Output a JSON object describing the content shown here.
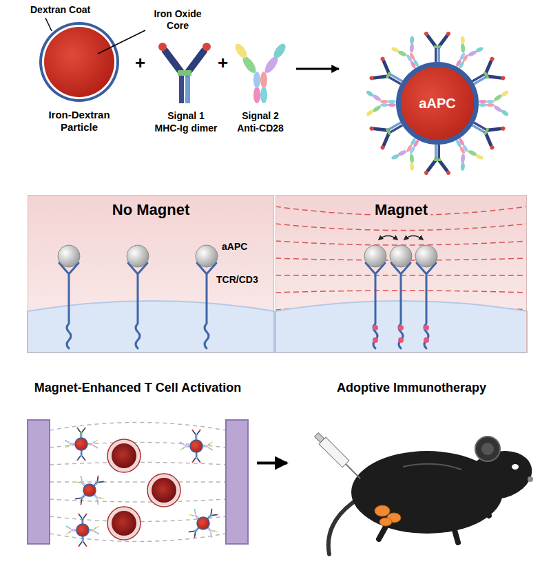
{
  "diagram": {
    "nodes": [
      {
        "text": [
          "Iron-Dextran Particle"
        ]
      },
      {
        "text": [
          "aAPC"
        ]
      },
      {
        "text": [
          "No Magnet"
        ]
      },
      {
        "text": [
          "Magnet"
        ]
      },
      {
        "text": [
          "Magnet-Enhanced T Cell Activation"
        ]
      },
      {
        "text": [
          "Adoptive Immunotherapy"
        ]
      }
    ],
    "edges": [
      {
        "from": 4,
        "to": 5,
        "arrow": "to"
      }
    ],
    "labels": [
      "Dextran Coat",
      "Iron Oxide Core",
      "+",
      "Signal 1",
      "MHC-Ig dimer",
      "+",
      "Signal 2",
      "Anti-CD28",
      "aAPC",
      "TCR/CD3"
    ]
  }
}
